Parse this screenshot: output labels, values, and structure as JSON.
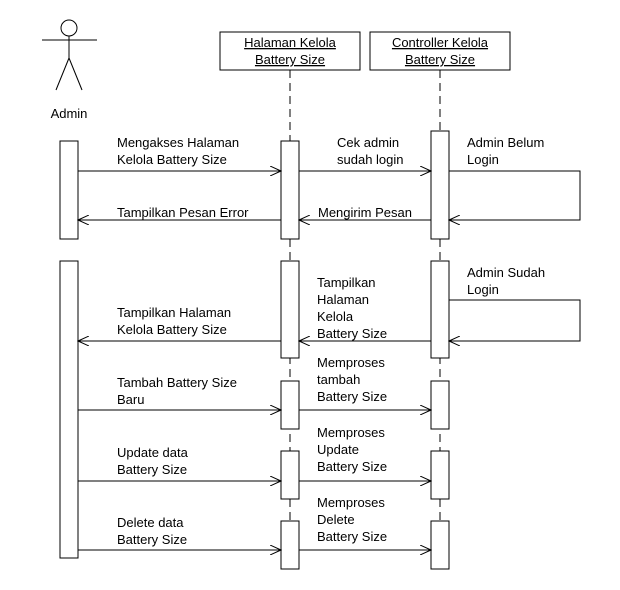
{
  "actor": {
    "label": "Admin"
  },
  "lifelines": {
    "page": {
      "title_lines": [
        "Halaman Kelola",
        "Battery Size"
      ]
    },
    "controller": {
      "title_lines": [
        "Controller Kelola",
        "Battery Size"
      ]
    }
  },
  "messages": {
    "m1": {
      "lines": [
        "Mengakses Halaman",
        "Kelola Battery Size"
      ]
    },
    "m2": {
      "lines": [
        "Cek admin",
        "sudah login"
      ]
    },
    "m3": {
      "lines": [
        "Admin Belum",
        "Login"
      ]
    },
    "m4": {
      "lines": [
        "Mengirim Pesan"
      ]
    },
    "m5": {
      "lines": [
        "Tampilkan Pesan Error"
      ]
    },
    "m6": {
      "lines": [
        "Admin Sudah",
        "Login"
      ]
    },
    "m7": {
      "lines": [
        "Tampilkan",
        "Halaman",
        "Kelola",
        "Battery Size"
      ]
    },
    "m8": {
      "lines": [
        "Tampilkan Halaman",
        "Kelola Battery Size"
      ]
    },
    "m9": {
      "lines": [
        "Tambah Battery Size",
        "Baru"
      ]
    },
    "m10": {
      "lines": [
        "Memproses",
        "tambah",
        "Battery Size"
      ]
    },
    "m11": {
      "lines": [
        "Update data",
        "Battery Size"
      ]
    },
    "m12": {
      "lines": [
        "Memproses",
        "Update",
        "Battery Size"
      ]
    },
    "m13": {
      "lines": [
        "Delete data",
        "Battery Size"
      ]
    },
    "m14": {
      "lines": [
        "Memproses",
        "Delete",
        "Battery Size"
      ]
    }
  }
}
